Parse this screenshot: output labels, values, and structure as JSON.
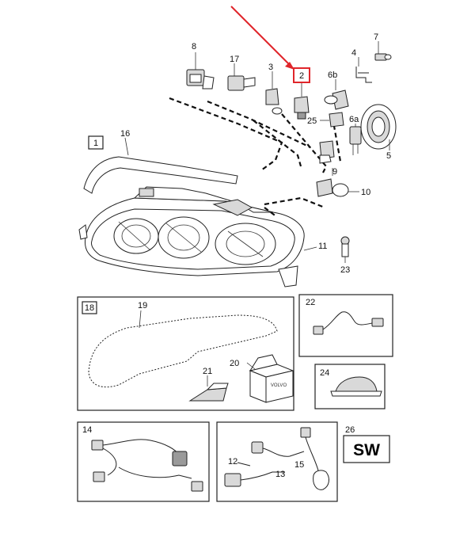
{
  "diagram": {
    "callouts": {
      "c1": "1",
      "c2": "2",
      "c3": "3",
      "c4": "4",
      "c5": "5",
      "c6a": "6a",
      "c6b": "6b",
      "c7": "7",
      "c8": "8",
      "c9": "9",
      "c10": "10",
      "c11": "11",
      "c12": "12",
      "c13": "13",
      "c14": "14",
      "c15": "15",
      "c16": "16",
      "c17": "17",
      "c18": "18",
      "c19": "19",
      "c20": "20",
      "c21": "21",
      "c22": "22",
      "c23": "23",
      "c24": "24",
      "c25": "25",
      "c26": "26"
    },
    "sw_label": "SW",
    "box_label": "VOLVO",
    "highlight_color": "#e0262b",
    "arrow_color": "#e0262b"
  }
}
